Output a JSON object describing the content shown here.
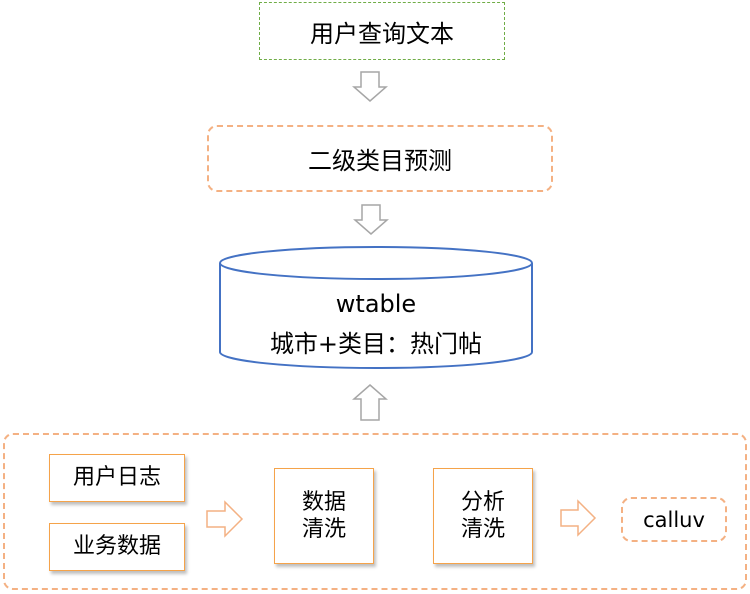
{
  "nodes": {
    "query_text": "用户查询文本",
    "category_predict": "二级类目预测",
    "wtable_title": "wtable",
    "wtable_subtitle": "城市+类目：热门帖",
    "user_log": "用户日志",
    "business_data": "业务数据",
    "data_clean": "数据\n清洗",
    "analysis_clean": "分析\n清洗",
    "calluv": "calluv"
  },
  "colors": {
    "green_border": "#70ad47",
    "orange_border": "#f4b183",
    "note_border": "#f5a34a",
    "cylinder_stroke": "#4472c4",
    "arrow_gray": "#a6a6a6",
    "arrow_orange": "#f4b183"
  }
}
